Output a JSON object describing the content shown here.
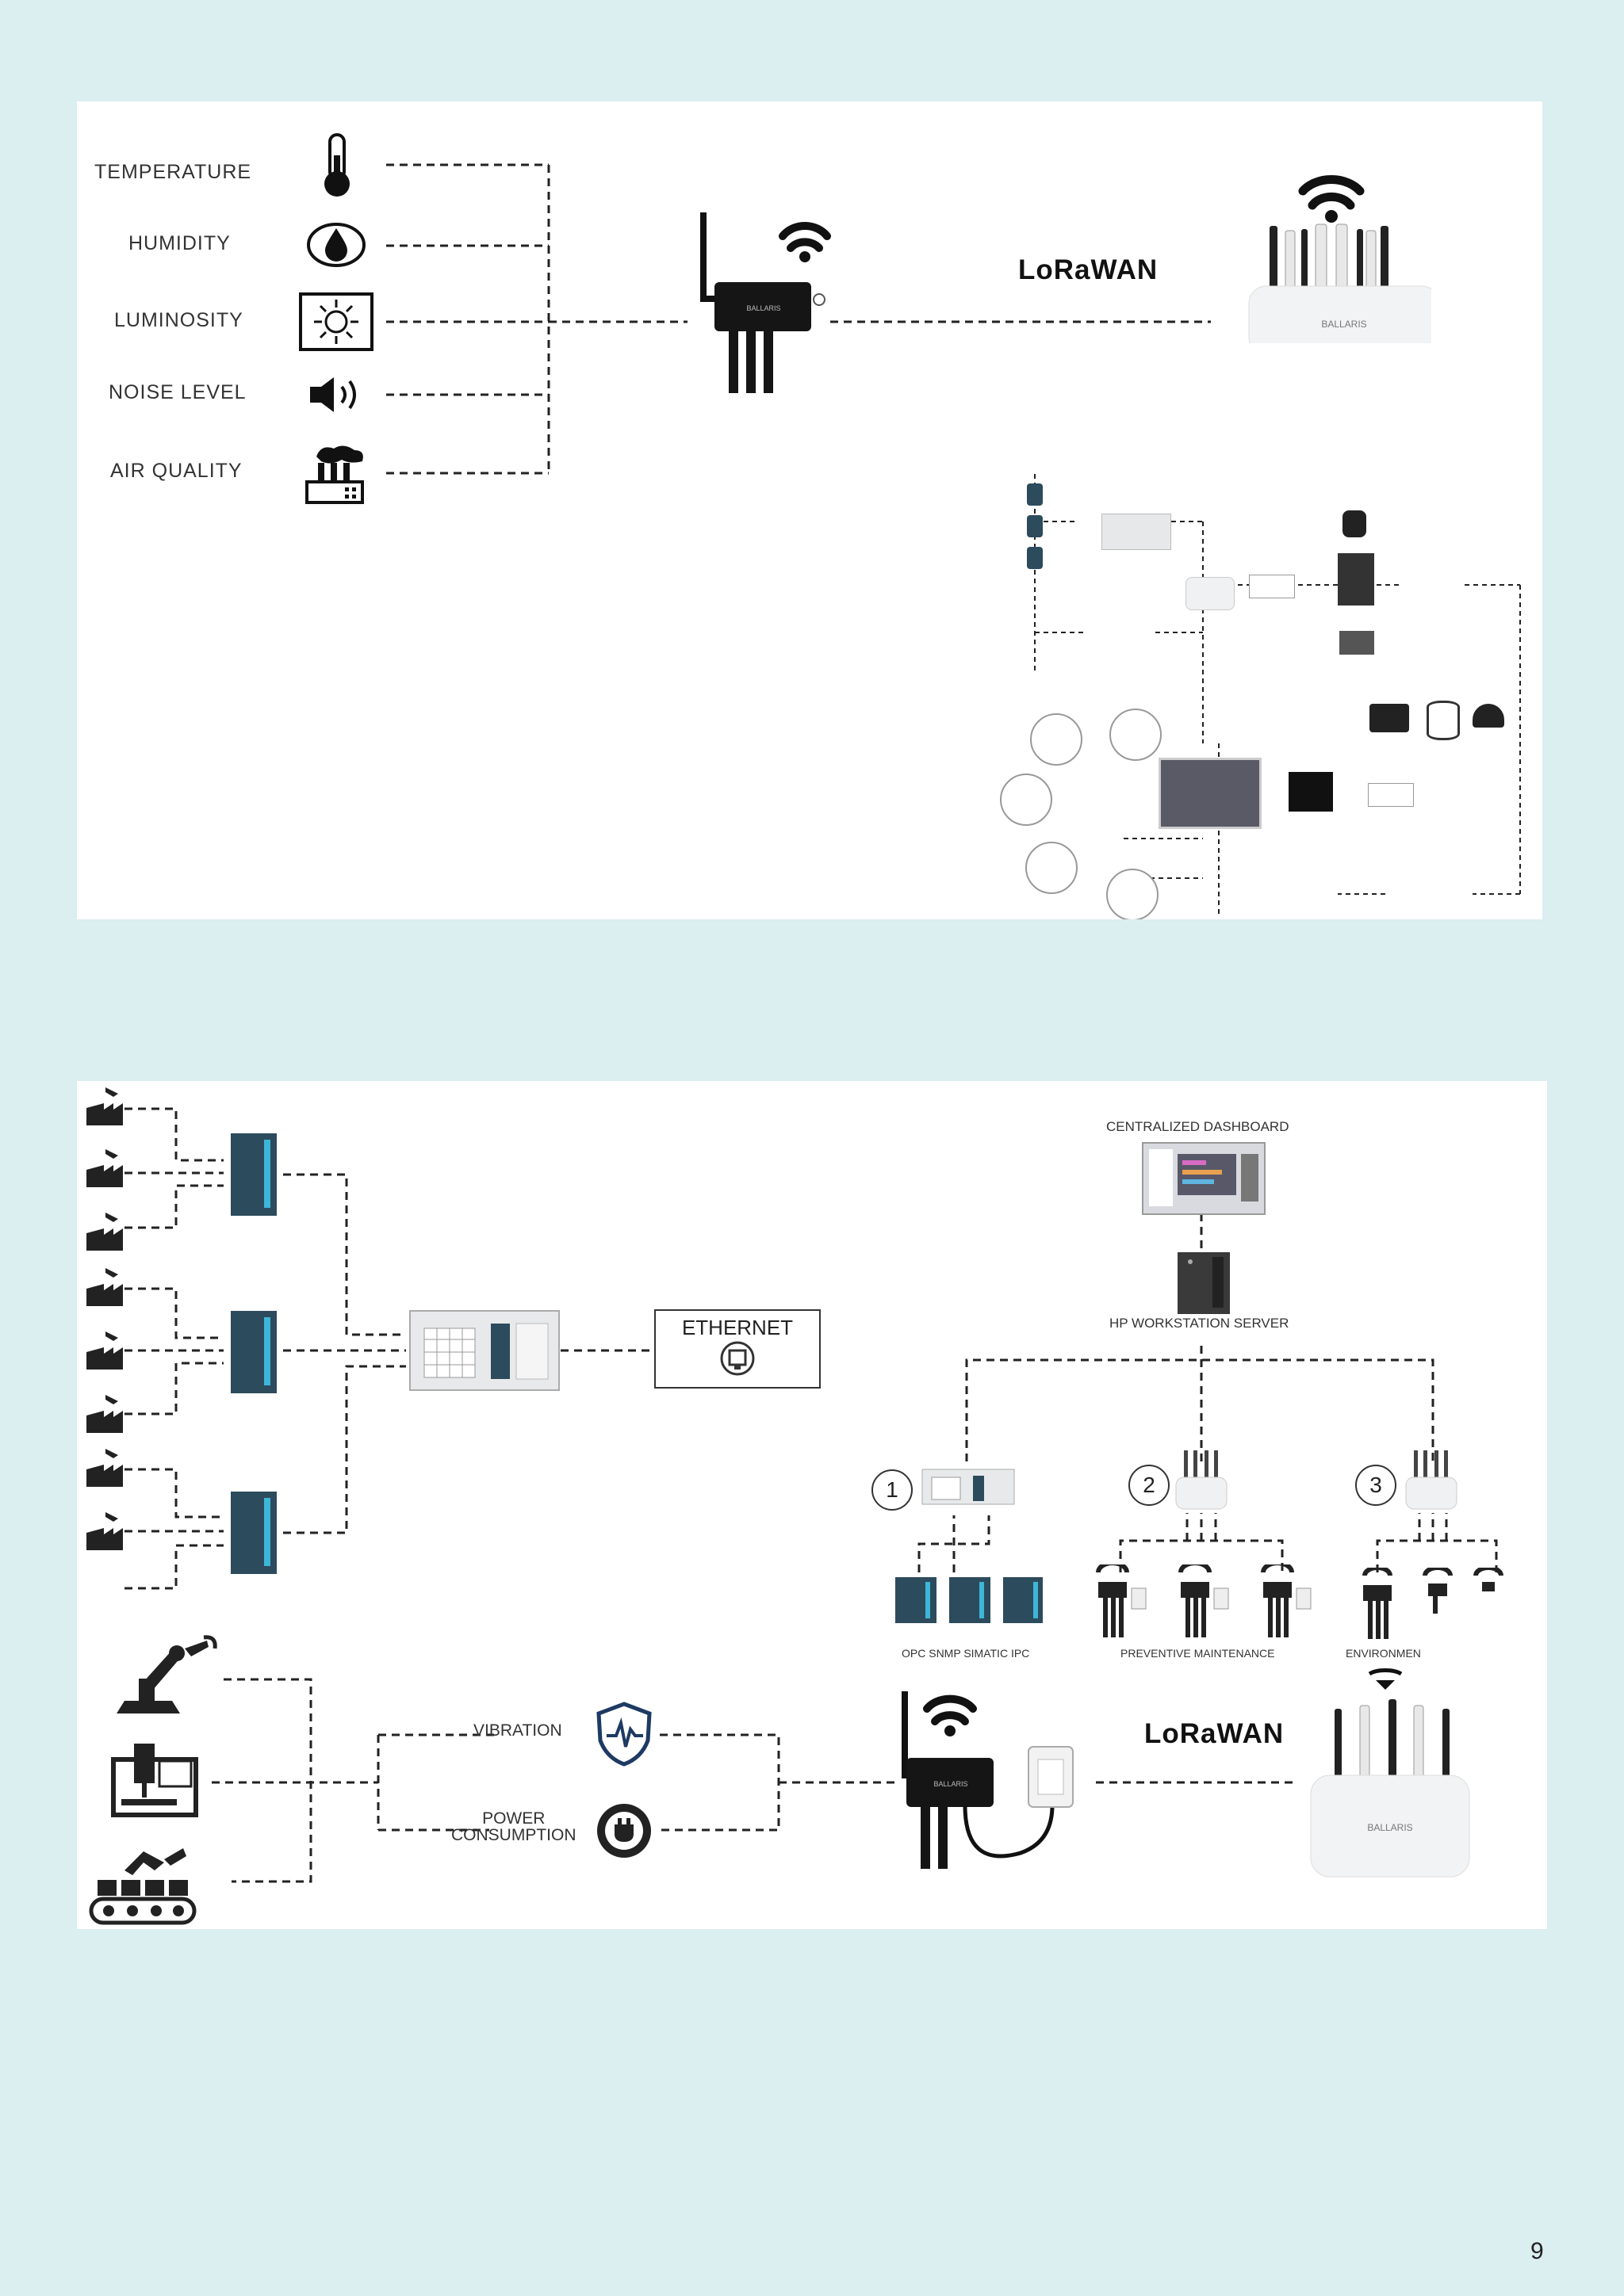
{
  "sensors": {
    "temperature": "TEMPERATURE",
    "humidity": "HUMIDITY",
    "luminosity": "LUMINOSITY",
    "noise": "NOISE LEVEL",
    "air": "AIR QUALITY"
  },
  "brand": {
    "lora1": "LoRaWAN",
    "lora2": "LoRaWAN"
  },
  "diagram2": {
    "ethernet": "ETHERNET",
    "dashboard": "CENTRALIZED DASHBOARD",
    "server": "HP WORKSTATION SERVER",
    "opc": "OPC SNMP SIMATIC IPC",
    "preventive": "PREVENTIVE MAINTENANCE",
    "environment": "ENVIRONMEN",
    "vibration": "VIBRATION",
    "power": "POWER\nCONSUMPTION",
    "n1": "1",
    "n2": "2",
    "n3": "3"
  },
  "colors": {
    "page": "#dbeef0",
    "plc": "#2c4b5c",
    "accent": "#3db6d8"
  },
  "page": {
    "number": "9"
  }
}
